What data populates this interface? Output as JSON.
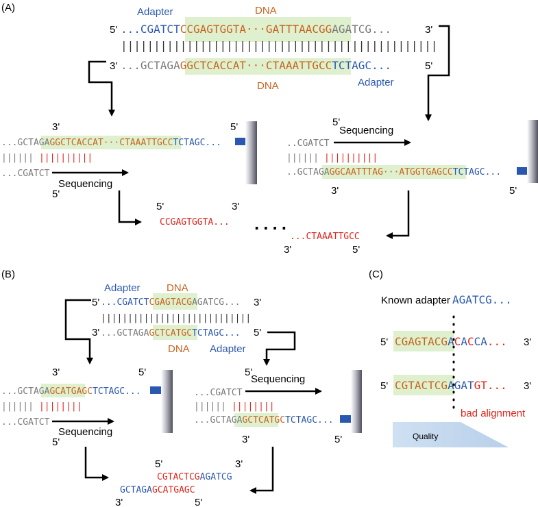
{
  "panel_a": {
    "label": "(A)",
    "adapter_top": "Adapter",
    "dna_top": "DNA",
    "dna_bottom": "DNA",
    "adapter_bottom": "Adapter",
    "top_strand": {
      "five": "5'",
      "adapter": "...CGATCT",
      "insert": "CCGAGTGGTA···GATTTAACGG",
      "tail": "AGATCG...",
      "three": "3'"
    },
    "bars": "||||||||||||||||||||||||||||||||||||||||||||||||",
    "bottom_strand": {
      "three": "3'",
      "head": "...GCTAGA",
      "insert": "GGCTCACCAT···CTAAATTGCC",
      "adapter": "TCTAGC...",
      "five": "5'"
    },
    "left": {
      "three": "3'",
      "five_top": "5'",
      "strand_head": "...GCTAGA",
      "strand_insert": "GGCTCACCAT···CTAAATTGCC",
      "strand_adapter": "TCTAGC...",
      "bars_gray": "||||||",
      "bars_red": "||||||||||",
      "primer": "...CGATCT",
      "seq_label": "Sequencing",
      "five_bottom": "5'"
    },
    "right": {
      "five_top": "5'",
      "seq_label": "Sequencing",
      "primer": "..CGATCT",
      "bars_gray": "||||||",
      "bars_red": "||||||||||",
      "strand_head": "..GCTAGA",
      "strand_insert": "GGCAATTTAG···ATGGTGAGCC",
      "strand_adapter": "TCTAGC...",
      "three": "3'",
      "five_bottom": "5'"
    },
    "read1": {
      "five": "5'",
      "three": "3'",
      "seq": "CCGAGTGGTA..."
    },
    "dots": "····",
    "read2": {
      "seq": "...CTAAATTGCC",
      "three": "3'",
      "five": "5'"
    }
  },
  "panel_b": {
    "label": "(B)",
    "adapter_top": "Adapter",
    "dna_top": "DNA",
    "dna_bottom": "DNA",
    "adapter_bottom": "Adapter",
    "top_strand": {
      "five": "5'",
      "adapter": "...CGATCT",
      "insert": "CGAGTACG",
      "tail": "AGATCG...",
      "three": "3'"
    },
    "bars": "||||||||||||||||||||||||||||",
    "bottom_strand": {
      "three": "3'",
      "head": "...GCTAGA",
      "insert": "GCTCATGC",
      "adapter": "TCTAGC...",
      "five": "5'"
    },
    "left": {
      "three": "3'",
      "five_top": "5'",
      "strand_head": "...GCTAGA",
      "strand_insert": "GCATGAGC",
      "strand_adapter": "TCTAGC...",
      "bars_gray": "||||||",
      "bars_red": "||||||||",
      "primer": "...CGATCT",
      "seq_label": "Sequencing",
      "five_bottom": "5'"
    },
    "right": {
      "five_top": "5'",
      "seq_label": "Sequencing",
      "primer": "...CGATCT",
      "bars_gray": "||||||",
      "bars_red": "||||||||",
      "strand_head": "...GCTAGA",
      "strand_insert": "GCTCATGC",
      "strand_adapter": "TCTAGC...",
      "three": "3'",
      "five_bottom": "5'"
    },
    "read1": {
      "five": "5'",
      "three": "3'",
      "insert": "CGTACTCG",
      "adapter": "AGATCG"
    },
    "read2": {
      "adapter": "GCTAGA",
      "insert": "GCATGAGC",
      "three": "3'",
      "five": "5'"
    }
  },
  "panel_c": {
    "label": "(C)",
    "known_label": "Known adapter",
    "known_seq": "AGATCG...",
    "row1": {
      "five": "5'",
      "insert": "CGAGTACG",
      "b1": "A",
      "r1": "C",
      "b2": "A",
      "r2": "C",
      "b3": "CA",
      "dots": "...",
      "three": "3'"
    },
    "row2": {
      "five": "5'",
      "insert": "CGTACTCG",
      "b1": "AGAT",
      "r1": "GT",
      "dots": "...",
      "three": "3'"
    },
    "bad_alignment": "bad alignment",
    "quality": "Quality"
  },
  "colors": {
    "adapter": "#2a58b0",
    "dna": "#c8641e",
    "mismatch": "#e2231a",
    "highlight": "#dff0cf",
    "flowcell": "#2a58b0"
  }
}
